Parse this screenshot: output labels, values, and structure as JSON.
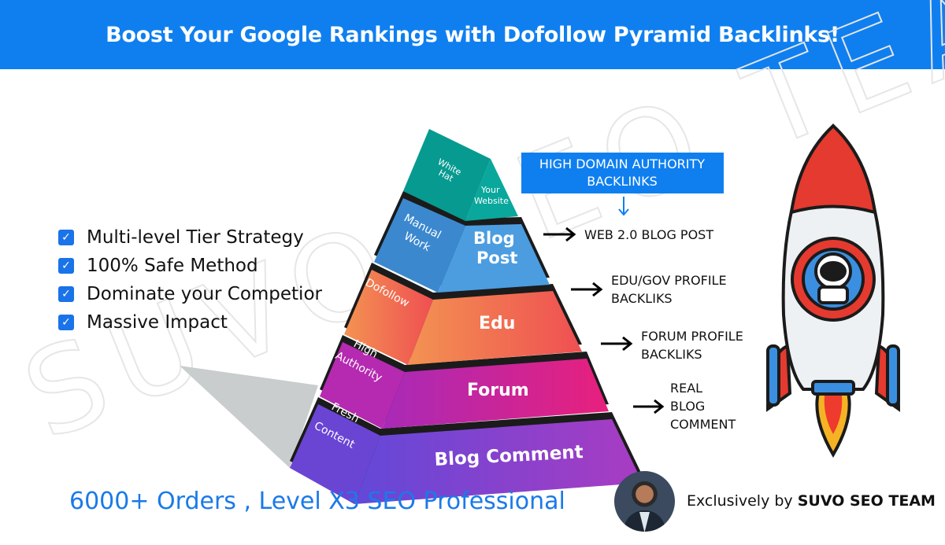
{
  "header": {
    "title": "Boost Your Google Rankings with Dofollow Pyramid Backlinks!"
  },
  "watermark": "SUVO SEO TEAM",
  "features": [
    {
      "label": "Multi-level Tier Strategy",
      "icon": "checkbox-icon"
    },
    {
      "label": "100% Safe Method",
      "icon": "checkbox-icon"
    },
    {
      "label": "Dominate your Competior",
      "icon": "checkbox-icon"
    },
    {
      "label": "Massive Impact",
      "icon": "checkbox-icon"
    }
  ],
  "pyramid": {
    "tiers": [
      {
        "side": [
          "White",
          "Hat"
        ],
        "front": [
          "Your",
          "Website"
        ],
        "colors": [
          "#079a90",
          "#0aa79c"
        ]
      },
      {
        "side": [
          "Manual",
          "Work"
        ],
        "front": [
          "Blog",
          "Post"
        ],
        "colors": [
          "#3b88cf",
          "#4b9de0"
        ]
      },
      {
        "side": [
          "Dofollow"
        ],
        "front": [
          "Edu"
        ],
        "colors": [
          "#f39352",
          "#ef4f52"
        ]
      },
      {
        "side": [
          "High",
          "Authority"
        ],
        "front": [
          "Forum"
        ],
        "colors": [
          "#b22ab5",
          "#e8207c"
        ]
      },
      {
        "side": [
          "Fresh",
          "Content"
        ],
        "front": [
          "Blog Comment"
        ],
        "colors": [
          "#6a4ad8",
          "#a63cc4"
        ]
      }
    ],
    "callout": [
      "HIGH DOMAIN AUTHORITY",
      "BACKLINKS"
    ],
    "annotations": [
      [
        "WEB 2.0 BLOG POST"
      ],
      [
        "EDU/GOV PROFILE",
        "BACKLIKS"
      ],
      [
        "FORUM PROFILE",
        "BACKLIKS"
      ],
      [
        "REAL",
        "BLOG",
        "COMMENT"
      ]
    ]
  },
  "footer": {
    "orders": "6000+ Orders , Level X3 SEO Professional",
    "exclusive_prefix": "Exclusively by",
    "exclusive_brand": "SUVO SEO TEAM"
  },
  "colors": {
    "accent": "#0f7ff0",
    "orders": "#1a7ae8"
  }
}
